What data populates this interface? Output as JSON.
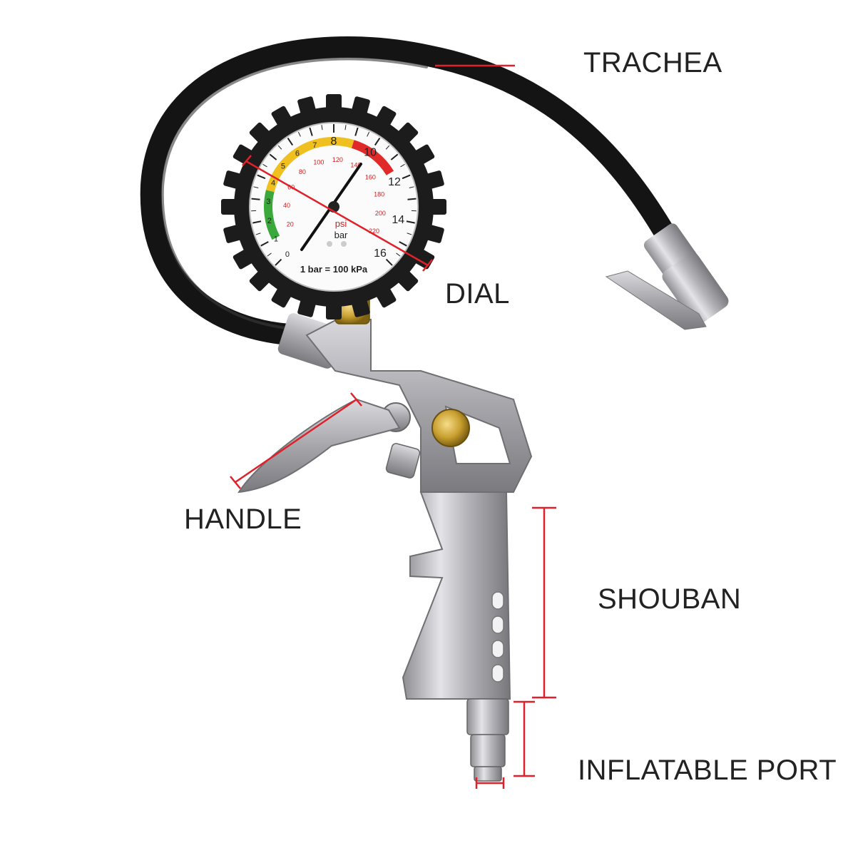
{
  "labels": {
    "trachea": "TRACHEA",
    "dial": "DIAL",
    "handle": "HANDLE",
    "shouban": "SHOUBAN",
    "inflatable_port": "INFLATABLE PORT"
  },
  "gauge": {
    "bar_ticks": [
      "0",
      "1",
      "2",
      "3",
      "4",
      "5",
      "6",
      "7",
      "8",
      "10",
      "12",
      "14",
      "16"
    ],
    "psi_ticks": [
      "20",
      "40",
      "60",
      "80",
      "100",
      "120",
      "140",
      "160",
      "180",
      "200",
      "220"
    ],
    "unit_psi": "psi",
    "unit_bar": "bar",
    "footer": "1 bar = 100 kPa"
  },
  "colors": {
    "leader_line": "#e0202a",
    "zone_green": "#3aa83a",
    "zone_yellow": "#f0c020",
    "zone_red": "#e02a2a",
    "hose": "#141414",
    "metal": "#b8b8bc",
    "brass": "#c9a030"
  }
}
